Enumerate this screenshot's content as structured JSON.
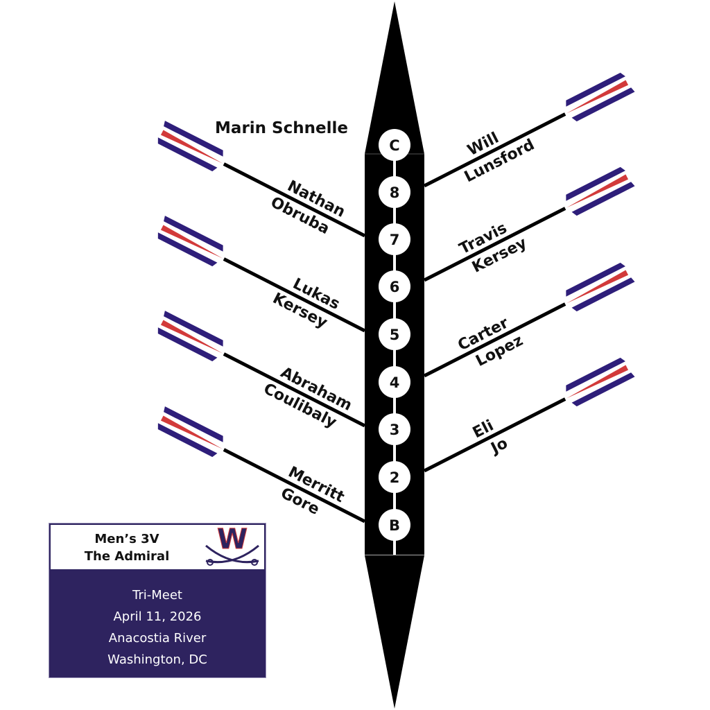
{
  "colors": {
    "hull": "#000000",
    "blade_purple": "#2e1e7a",
    "blade_red": "#d23a3a",
    "card_bg": "#2e235f",
    "logo_red": "#d23a3a"
  },
  "coxswain": {
    "seat": "C",
    "name": "Marin Schnelle"
  },
  "seats": [
    {
      "seat": "8",
      "side": "starboard",
      "first": "Will",
      "last": "Lunsford"
    },
    {
      "seat": "7",
      "side": "port",
      "first": "Nathan",
      "last": "Obruba"
    },
    {
      "seat": "6",
      "side": "starboard",
      "first": "Travis",
      "last": "Kersey"
    },
    {
      "seat": "5",
      "side": "port",
      "first": "Lukas",
      "last": "Kersey"
    },
    {
      "seat": "4",
      "side": "starboard",
      "first": "Carter",
      "last": "Lopez"
    },
    {
      "seat": "3",
      "side": "port",
      "first": "Abraham",
      "last": "Coulibaly"
    },
    {
      "seat": "2",
      "side": "starboard",
      "first": "Eli",
      "last": "Jo"
    },
    {
      "seat": "B",
      "side": "port",
      "first": "Merritt",
      "last": "Gore"
    }
  ],
  "card": {
    "line1": "Men’s 3V",
    "line2": "The Admiral",
    "logo_letter": "W",
    "details": [
      "Tri-Meet",
      "April 11, 2026",
      "Anacostia River",
      "Washington, DC"
    ]
  }
}
